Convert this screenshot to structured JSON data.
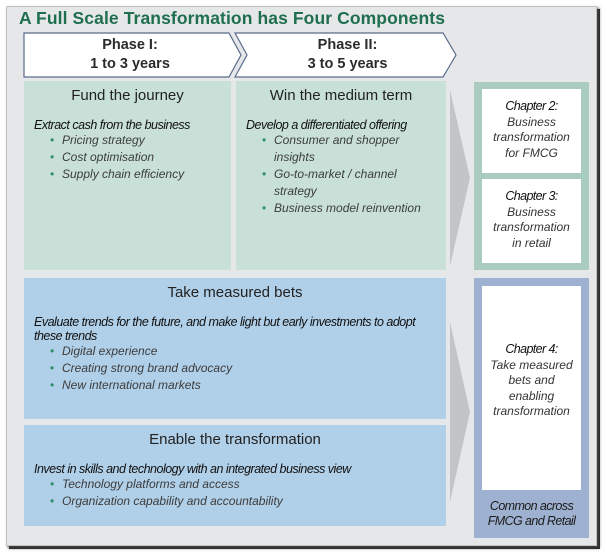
{
  "title": "A Full Scale Transformation has Four Components",
  "phases": [
    {
      "line1": "Phase I:",
      "line2": "1 to 3 years"
    },
    {
      "line1": "Phase II:",
      "line2": "3 to 5 years"
    }
  ],
  "boxes": {
    "fund": {
      "title": "Fund the journey",
      "lead": "Extract cash from the business",
      "bullets": [
        "Pricing strategy",
        "Cost optimisation",
        "Supply chain efficiency"
      ]
    },
    "win": {
      "title": "Win the medium term",
      "lead": "Develop a differentiated offering",
      "bullets": [
        "Consumer and shopper insights",
        "Go-to-market / channel strategy",
        "Business model reinvention"
      ]
    },
    "bets": {
      "title": "Take measured bets",
      "lead": "Evaluate trends for the future, and make light but early investments to adopt these trends",
      "bullets": [
        "Digital experience",
        "Creating strong brand advocacy",
        "New international markets"
      ]
    },
    "enable": {
      "title": "Enable the transformation",
      "lead": "Invest in skills and technology with an integrated business view",
      "bullets": [
        "Technology platforms and access",
        "Organization capability and accountability"
      ]
    }
  },
  "chapters": [
    {
      "heading": "Chapter 2:",
      "text": [
        "Business",
        "transformation",
        "for FMCG"
      ]
    },
    {
      "heading": "Chapter 3:",
      "text": [
        "Business",
        "transformation",
        "in retail"
      ]
    },
    {
      "heading": "Chapter 4:",
      "text": [
        "Take measured",
        "bets and",
        "enabling",
        "transformation"
      ]
    }
  ],
  "common_label": [
    "Common across",
    "FMCG and Retail"
  ],
  "colors": {
    "title": "#1f6f4f",
    "green_box": "#c8e0d8",
    "blue_box": "#b0cfe8",
    "chapter_green_frame": "#a9cbc0",
    "chapter_blue_frame": "#9fb1d0",
    "phase_arrow_border": "#5a6b8c",
    "transition_arrow": "#c2c4c8"
  }
}
